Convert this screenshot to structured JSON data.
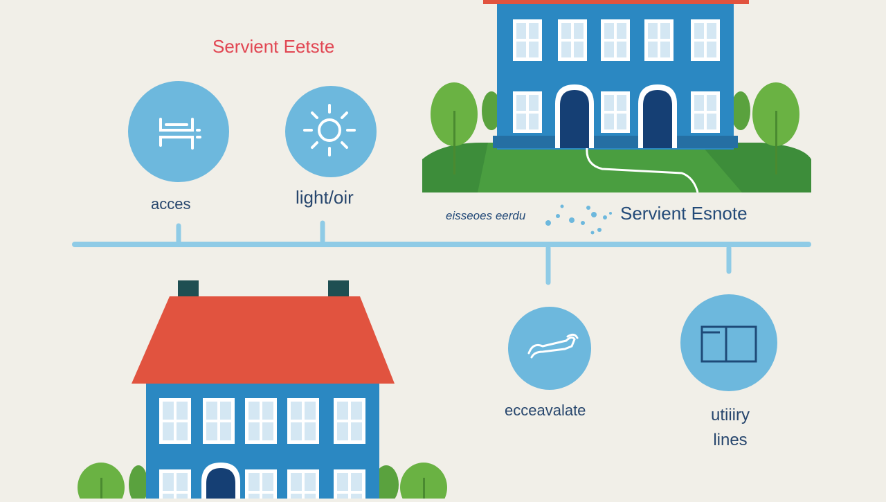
{
  "diagram": {
    "title_top": "Servient Eetste",
    "title_right": "Servient Esnote",
    "caption_right": "eisseoes eerdu",
    "labels": {
      "access": "acces",
      "light_air": "light/oir",
      "easement": "ecceavalate",
      "utility_line1": "utiiiry",
      "utility_line2": "lines"
    },
    "icons": {
      "access": "bridge-icon",
      "light_air": "sun-icon",
      "easement": "pipe-icon",
      "utility": "window-frame-icon"
    },
    "colors": {
      "background": "#f1efe8",
      "circle": "#6db8dd",
      "timeline": "#8fcbe6",
      "house_wall": "#2b88c2",
      "roof": "#e1533f",
      "door": "#153f74",
      "chimney": "#1f4f52",
      "grass": "#3d8d3a",
      "tree": "#6ab243",
      "title_red": "#e14652",
      "text_navy": "#234a78"
    }
  }
}
